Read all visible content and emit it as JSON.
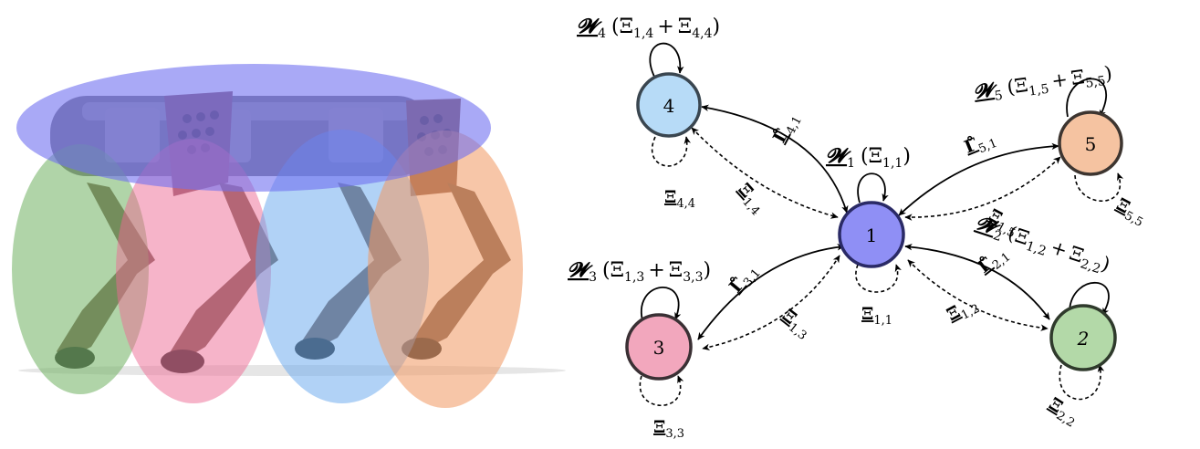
{
  "colors": {
    "green": "#6fb061",
    "pink": "#ee6a93",
    "blue": "#64a6ee",
    "orange": "#f19761",
    "purple": "#6f6ff0",
    "node_1": "#8f8ff5",
    "node_2": "#b3d9a8",
    "node_3": "#f2a7bd",
    "node_4": "#b7dbf7",
    "node_5": "#f5c3a1",
    "robot_body": "#7b7780",
    "robot_leg": "#8a6a5a"
  },
  "nodes": [
    {
      "id": "1",
      "label": "1"
    },
    {
      "id": "2",
      "label": "2"
    },
    {
      "id": "3",
      "label": "3"
    },
    {
      "id": "4",
      "label": "4"
    },
    {
      "id": "5",
      "label": "5"
    }
  ],
  "labels": {
    "w4": {
      "sym": "𝓦",
      "sub": "4",
      "body": "(Ξ",
      "bsub1": "1,4",
      "plus": "+",
      "xi2": "Ξ",
      "bsub2": "4,4",
      "close": ")"
    },
    "w1": {
      "sym": "𝓦",
      "sub": "1",
      "body": "(Ξ",
      "bsub1": "1,1",
      "close": ")"
    },
    "w5": {
      "sym": "𝓦",
      "sub": "5",
      "body": "(Ξ",
      "bsub1": "1,5",
      "plus": "+",
      "xi2": "Ξ",
      "bsub2": "5,5",
      "close": ")"
    },
    "w2": {
      "sym": "𝓦",
      "sub": "2",
      "body": "(Ξ",
      "bsub1": "1,2",
      "plus": "+",
      "xi2": "Ξ",
      "bsub2": "2,2",
      "close": ")"
    },
    "w3": {
      "sym": "𝓦",
      "sub": "3",
      "body": "(Ξ",
      "bsub1": "1,3",
      "plus": "+",
      "xi2": "Ξ",
      "bsub2": "3,3",
      "close": ")"
    },
    "gamma41": {
      "sym": "Γ̊",
      "sub": "4,1"
    },
    "gamma51": {
      "sym": "Γ̊",
      "sub": "5,1"
    },
    "gamma31": {
      "sym": "Γ̊",
      "sub": "3,1"
    },
    "gamma21": {
      "sym": "Γ̊",
      "sub": "2,1"
    },
    "xi14": {
      "sym": "Ξ",
      "sub": "1,4"
    },
    "xi44": {
      "sym": "Ξ",
      "sub": "4,4"
    },
    "xi15": {
      "sym": "Ξ",
      "sub": "1,5"
    },
    "xi55": {
      "sym": "Ξ",
      "sub": "5,5"
    },
    "xi11": {
      "sym": "Ξ",
      "sub": "1,1"
    },
    "xi13": {
      "sym": "Ξ",
      "sub": "1,3"
    },
    "xi33": {
      "sym": "Ξ",
      "sub": "3,3"
    },
    "xi12": {
      "sym": "Ξ",
      "sub": "1,2"
    },
    "xi22": {
      "sym": "Ξ",
      "sub": "2,2"
    }
  }
}
